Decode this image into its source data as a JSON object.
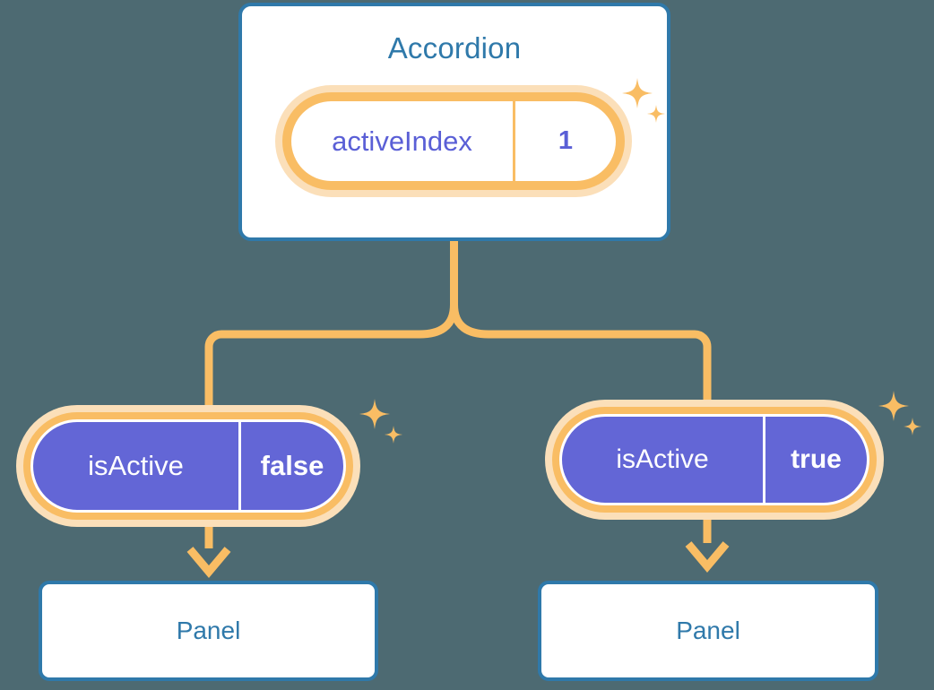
{
  "theme": {
    "background": "#4d6a72",
    "card_border": "#2f79aa",
    "card_text": "#2f79aa",
    "card_fill": "#ffffff",
    "pill_ring": "#f9bd64",
    "pill_halo": "#fbdfb9",
    "pill_fill_indigo": "#6366d6",
    "pill_light_text": "#5a5fd6",
    "pill_filled_text": "#ffffff",
    "connector": "#f9bd64",
    "sparkle": "#f9bd64"
  },
  "tree": {
    "root": {
      "title": "Accordion",
      "prop": {
        "key": "activeIndex",
        "value": "1"
      }
    },
    "branches": [
      {
        "side": "left",
        "prop": {
          "key": "isActive",
          "value": "false"
        },
        "child": {
          "title": "Panel"
        }
      },
      {
        "side": "right",
        "prop": {
          "key": "isActive",
          "value": "true"
        },
        "child": {
          "title": "Panel"
        }
      }
    ]
  },
  "decorations": {
    "sparkle_groups": [
      {
        "name": "sparkles-top",
        "icon": "sparkle-icon"
      },
      {
        "name": "sparkles-left",
        "icon": "sparkle-icon"
      },
      {
        "name": "sparkles-right",
        "icon": "sparkle-icon"
      }
    ],
    "arrows": [
      {
        "name": "arrow-down-left",
        "icon": "arrow-down-icon"
      },
      {
        "name": "arrow-down-right",
        "icon": "arrow-down-icon"
      }
    ]
  }
}
